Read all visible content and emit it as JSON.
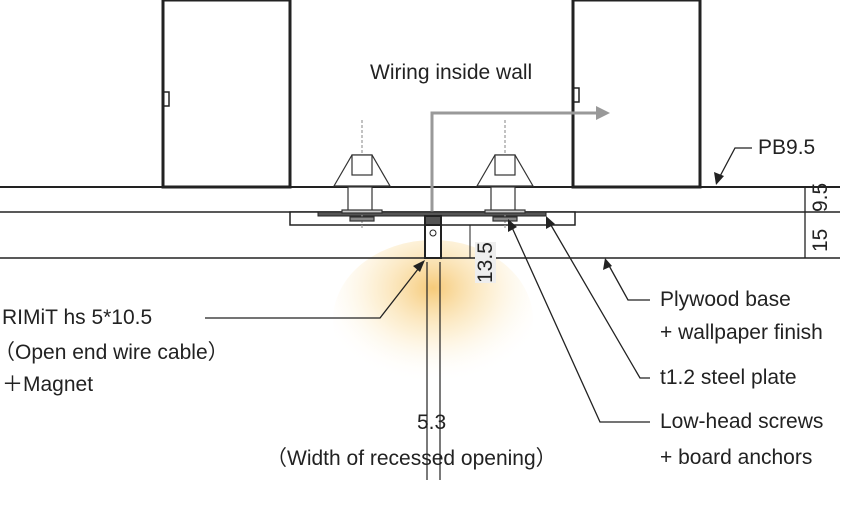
{
  "labels": {
    "wiring": "Wiring inside wall",
    "pb": "PB9.5",
    "plywood_1": "Plywood base",
    "plywood_2": "+ wallpaper finish",
    "steel": "t1.2 steel plate",
    "screws_1": "Low-head screws",
    "screws_2": "+ board anchors",
    "rimit_1": "RIMiT  hs 5*10.5",
    "rimit_2": "（Open end wire cable）",
    "rimit_3": "＋Magnet",
    "width_value": "5.3",
    "width_caption": "（Width of recessed opening）"
  },
  "dimensions": {
    "pb_thickness": "9.5",
    "total_thickness": "15",
    "depth": "13.5"
  }
}
